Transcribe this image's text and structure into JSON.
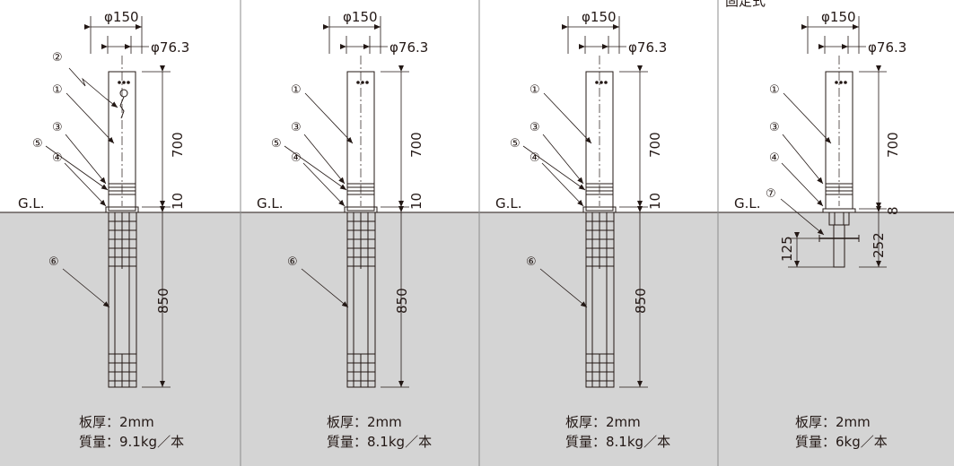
{
  "panels": [
    {
      "heading": "",
      "dia_outer": "φ150",
      "dia_inner": "φ76.3",
      "gl": "G.L.",
      "dims": [
        "700",
        "10",
        "850"
      ],
      "callouts": [
        "②",
        "①",
        "③",
        "⑤",
        "④",
        "⑥"
      ],
      "spec_thickness": "板厚：2mm",
      "spec_mass": "質量：9.1kg／本"
    },
    {
      "heading": "",
      "dia_outer": "φ150",
      "dia_inner": "φ76.3",
      "gl": "G.L.",
      "dims": [
        "700",
        "10",
        "850"
      ],
      "callouts": [
        "①",
        "③",
        "⑤",
        "④",
        "⑥"
      ],
      "spec_thickness": "板厚：2mm",
      "spec_mass": "質量：8.1kg／本"
    },
    {
      "heading": "",
      "dia_outer": "φ150",
      "dia_inner": "φ76.3",
      "gl": "G.L.",
      "dims": [
        "700",
        "10",
        "850"
      ],
      "callouts": [
        "①",
        "③",
        "⑤",
        "④",
        "⑥"
      ],
      "spec_thickness": "板厚：2mm",
      "spec_mass": "質量：8.1kg／本"
    },
    {
      "heading": "固定式",
      "dia_outer": "φ150",
      "dia_inner": "φ76.3",
      "gl": "G.L.",
      "dims": [
        "700",
        "8",
        "252",
        "125"
      ],
      "callouts": [
        "①",
        "③",
        "④",
        "⑦"
      ],
      "spec_thickness": "板厚：2mm",
      "spec_mass": "質量：6kg／本"
    }
  ],
  "colors": {
    "ground": "#d4d4d4",
    "line": "#231815",
    "divider": "#8c8c8c"
  }
}
